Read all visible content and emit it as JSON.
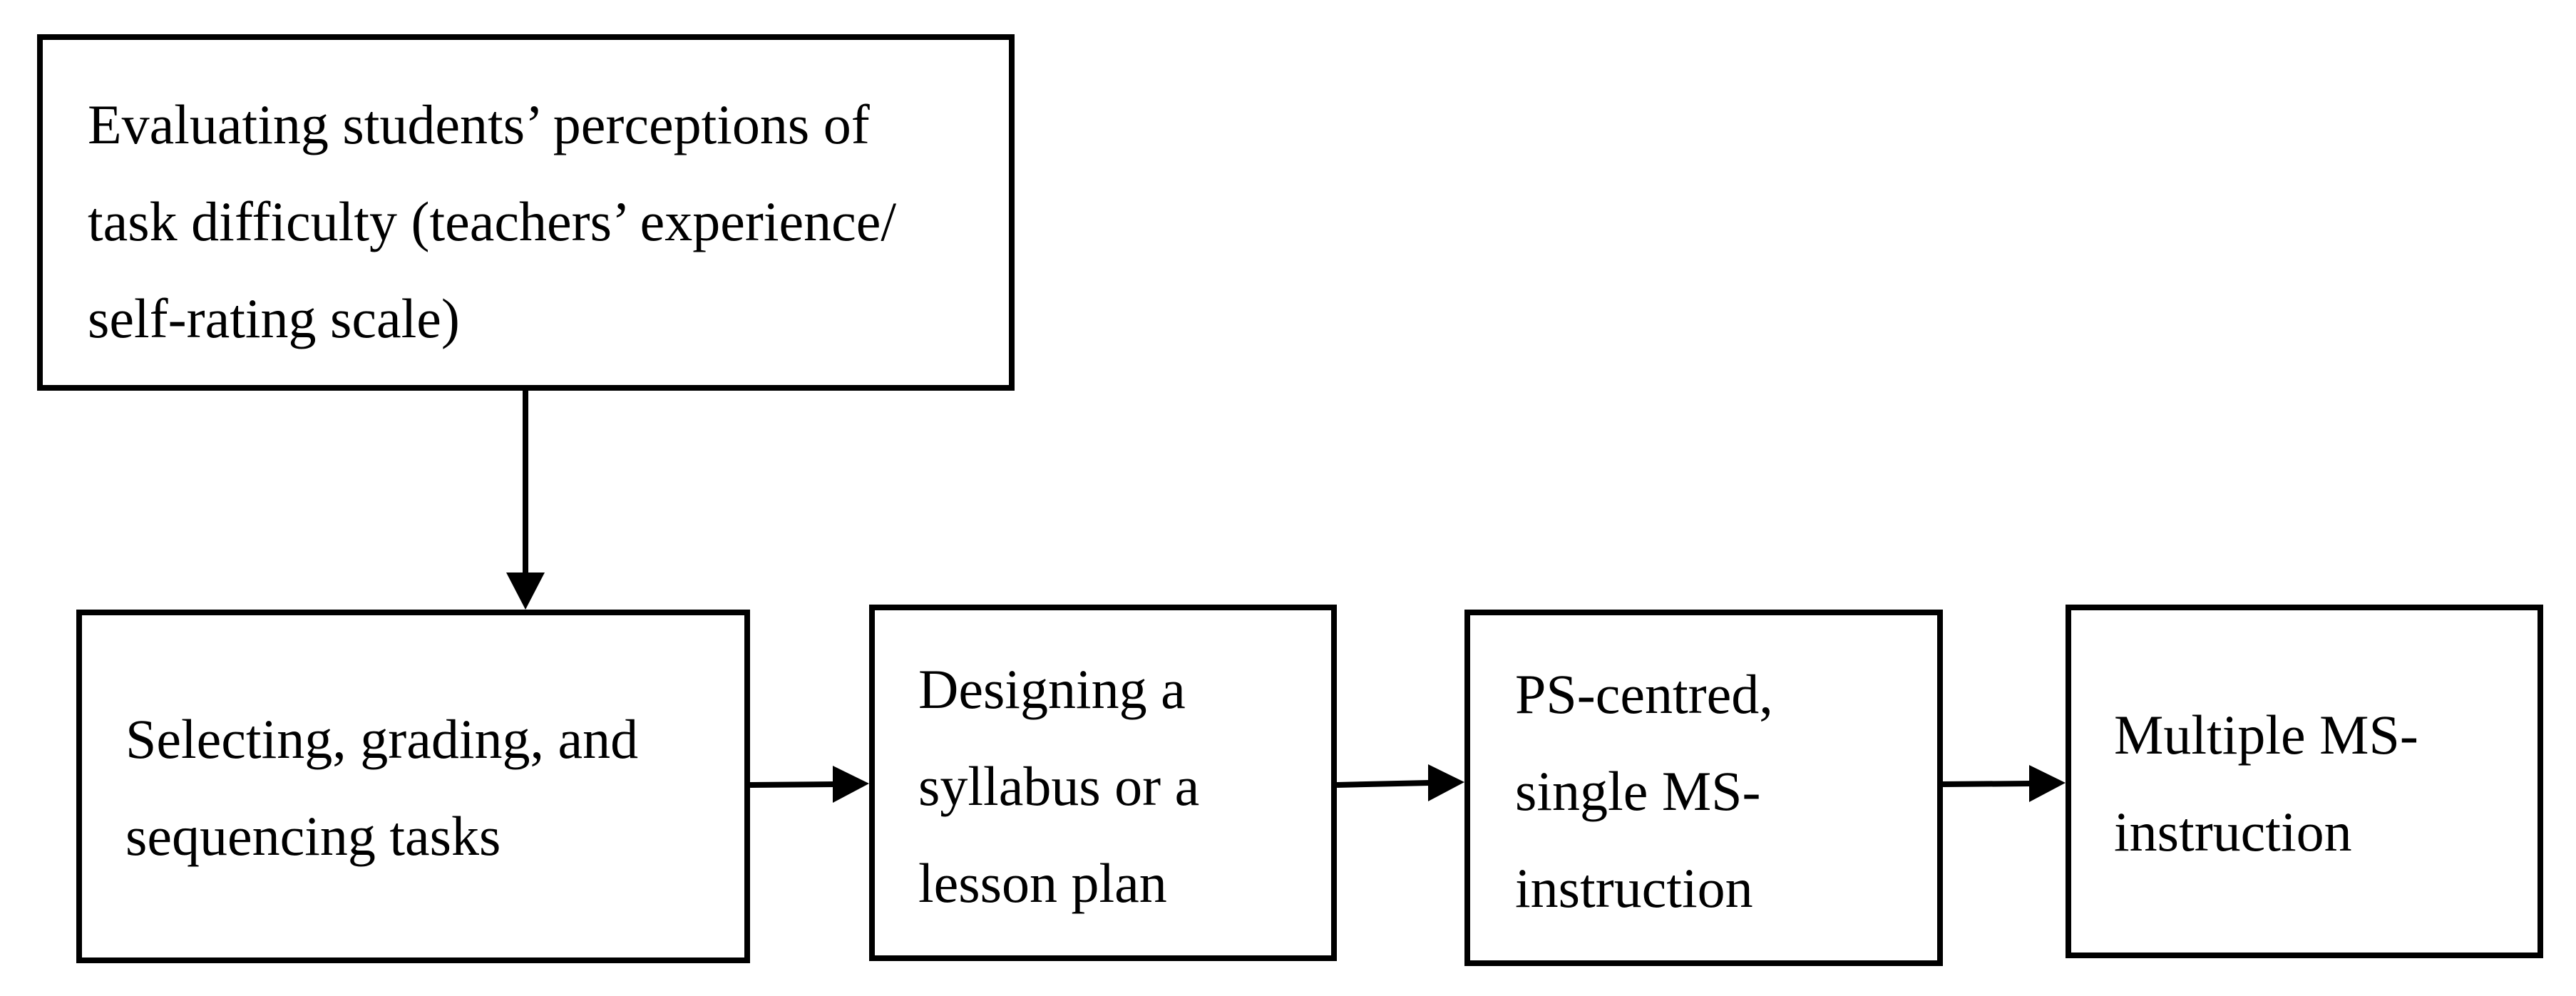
{
  "boxes": {
    "evaluating": {
      "lines": [
        "Evaluating students’ perceptions of",
        "task difficulty (teachers’ experience/",
        "self-rating scale)"
      ]
    },
    "selecting": {
      "lines": [
        "Selecting, grading, and",
        "sequencing tasks"
      ]
    },
    "designing": {
      "lines": [
        "Designing a",
        "syllabus or a",
        "lesson plan"
      ]
    },
    "ps_centred": {
      "lines": [
        "PS-centred,",
        "single MS-",
        "instruction"
      ]
    },
    "multiple": {
      "lines": [
        "Multiple MS-",
        "instruction"
      ]
    }
  }
}
